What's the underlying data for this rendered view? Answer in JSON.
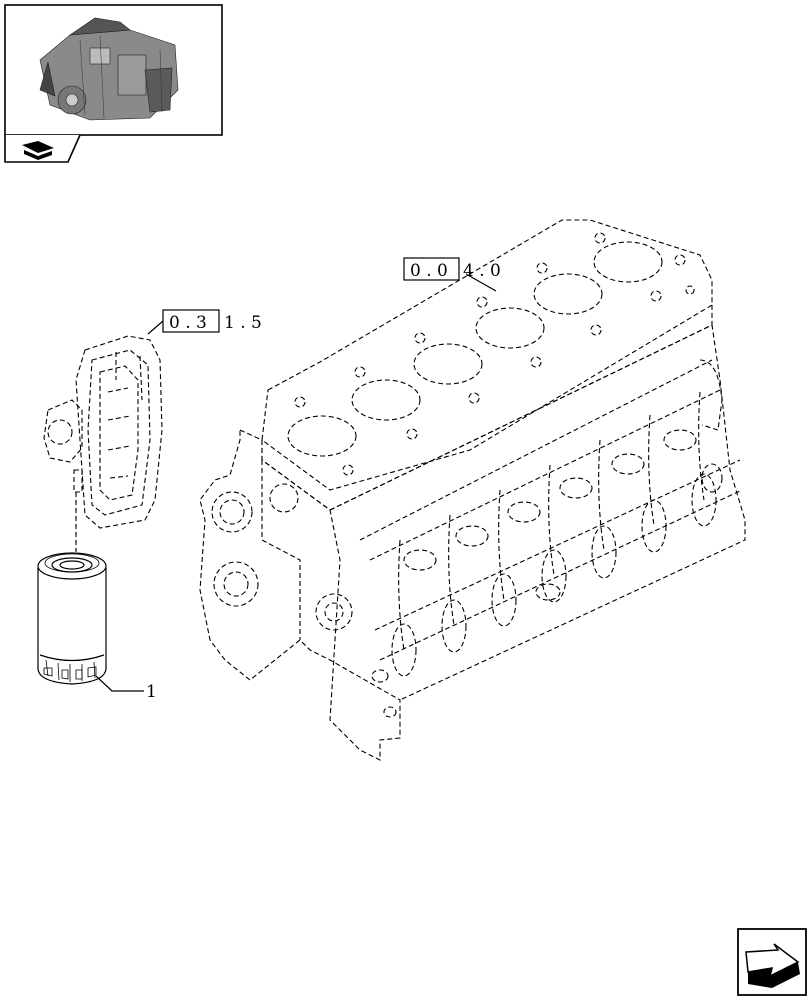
{
  "icons": {
    "thumbnail": "engine-thumbnail-icon",
    "book_tab": "book-icon",
    "next_page": "next-page-arrow-icon"
  },
  "callouts": {
    "block_ref": {
      "boxed": "0 . 0",
      "rest": "4 . 0"
    },
    "support_ref": {
      "boxed": "0 . 3",
      "rest": "1 . 5"
    },
    "filter_item": "1"
  }
}
